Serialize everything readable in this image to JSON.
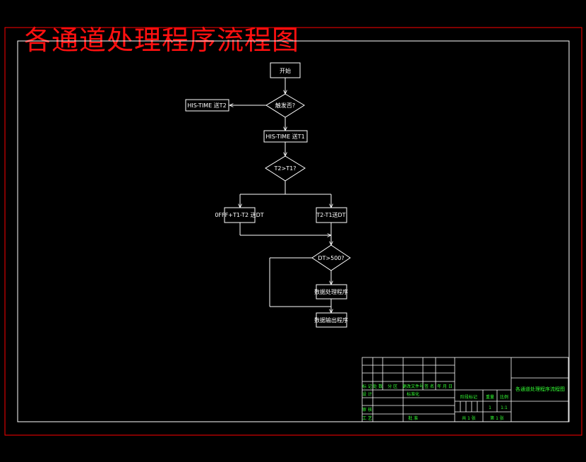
{
  "title": "各通道处理程序流程图",
  "colors": {
    "background": "#000000",
    "outer_border": "#ff0000",
    "inner_border": "#ffffff",
    "title": "#ff1010",
    "title_block_text": "#33ff33"
  },
  "flowchart": {
    "start": "开始",
    "decision_triggered": "触发否?",
    "side_box": "HIS-TIME 送T2",
    "record_t1": "HIS-TIME 送T1",
    "decision_compare": "T2>T1?",
    "left_box": "0FFF+T1-T2 送DT",
    "right_box": "T2-T1送DT",
    "decision_dt": "DT>500?",
    "process_a": "数据处理程序",
    "process_b": "数据输出程序"
  },
  "title_block": {
    "drawing_title": "各通道处理程序流程图",
    "row_marks": [
      "标 记",
      "处 数",
      "分 区",
      "更改文件号",
      "签 名",
      "年 月 日"
    ],
    "design": "设 计",
    "standard": "标准化",
    "review": "审 核",
    "process": "工 艺",
    "approve": "批 准",
    "stage": "阶段标记",
    "weight": "重量",
    "scale": "比例",
    "weight_value": "1",
    "scale_value": "1:1",
    "sheets_total": "共 1 张",
    "sheet_no": "第 1 张"
  }
}
